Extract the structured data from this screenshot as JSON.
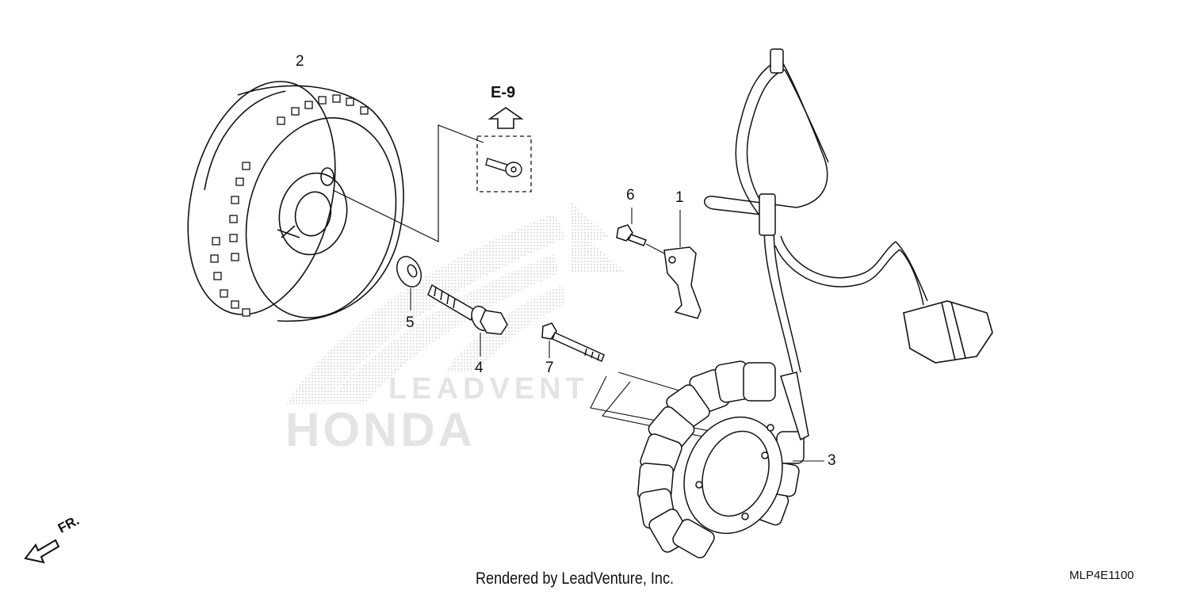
{
  "diagram": {
    "callouts": [
      {
        "id": "2",
        "label": "2"
      },
      {
        "id": "6",
        "label": "6"
      },
      {
        "id": "1",
        "label": "1"
      },
      {
        "id": "5",
        "label": "5"
      },
      {
        "id": "4",
        "label": "4"
      },
      {
        "id": "7",
        "label": "7"
      },
      {
        "id": "3",
        "label": "3"
      }
    ],
    "reference_label": "E-9",
    "direction_label": "FR.",
    "footer_credit": "Rendered by LeadVenture, Inc.",
    "diagram_code": "MLP4E1100",
    "watermark_brand": "HONDA",
    "watermark_dealer": "LEADVENT",
    "colors": {
      "line": "#111111",
      "watermark": "#c8c8c8",
      "background": "#ffffff"
    }
  }
}
